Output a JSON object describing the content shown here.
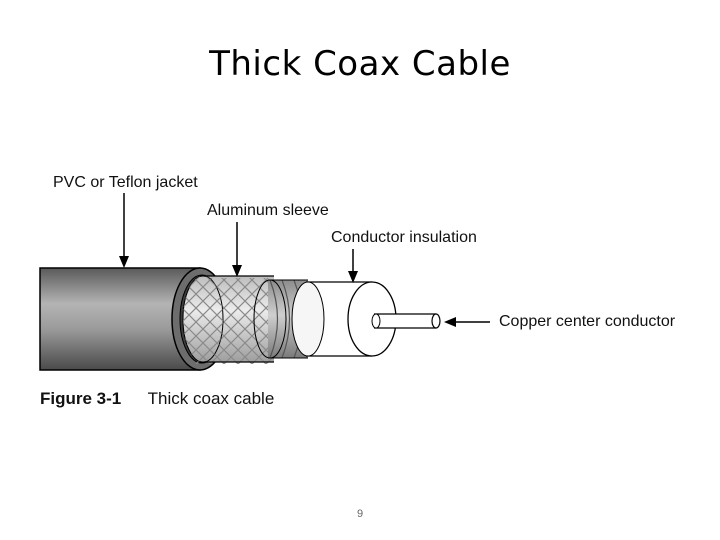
{
  "slide": {
    "title": "Thick Coax  Cable",
    "page_number": "9"
  },
  "diagram": {
    "labels": {
      "jacket": "PVC or Teflon jacket",
      "sleeve": "Aluminum sleeve",
      "insulation": "Conductor insulation",
      "copper": "Copper center conductor"
    },
    "caption": {
      "figure_number": "Figure 3-1",
      "text": "Thick coax cable"
    }
  },
  "colors": {
    "jacket": "#8a8a8a",
    "sleeve": "#d8d8d8",
    "insulation": "#ffffff",
    "outline": "#000000"
  }
}
